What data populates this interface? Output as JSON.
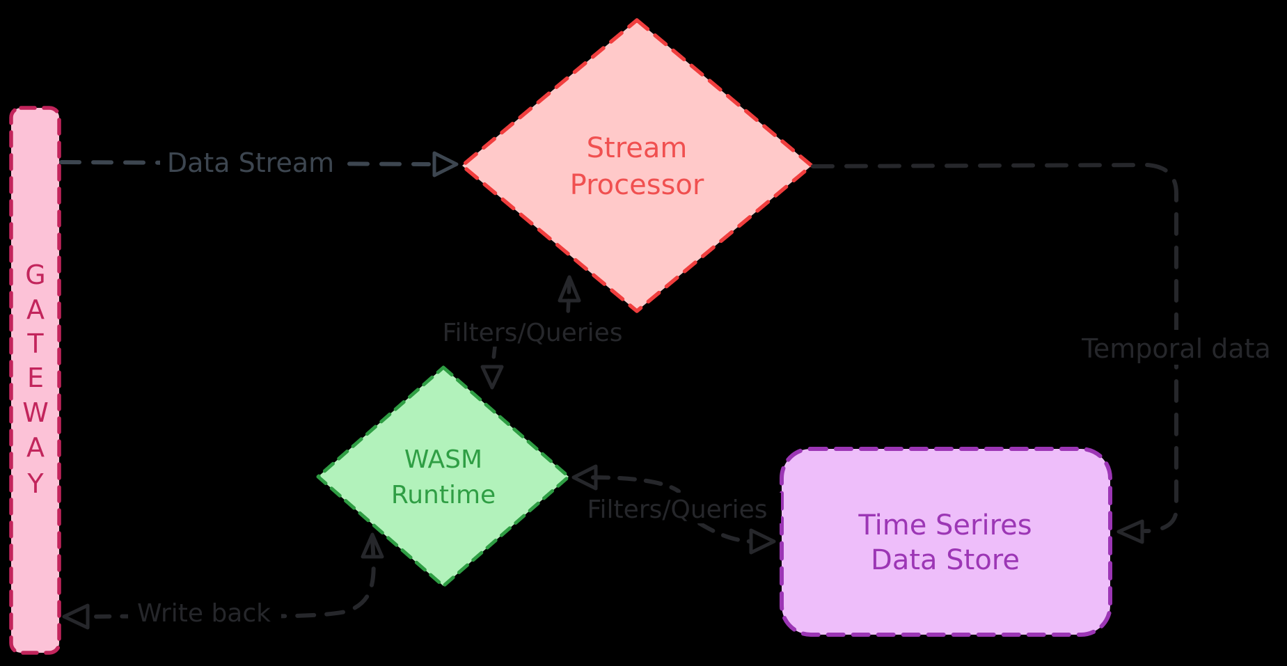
{
  "canvas": {
    "background": "#000000"
  },
  "nodes": {
    "gateway": {
      "label": "GATEWAY",
      "letters": [
        "G",
        "A",
        "T",
        "E",
        "W",
        "A",
        "Y"
      ],
      "shape": "dashed-rectangle",
      "fill": "#fcc2d7",
      "stroke": "#c2255c",
      "text_color": "#c2255c"
    },
    "stream_processor": {
      "label_line1": "Stream",
      "label_line2": "Processor",
      "shape": "dashed-diamond",
      "fill": "#ffc9c9",
      "stroke": "#f03e3e",
      "text_color": "#f05050"
    },
    "wasm_runtime": {
      "label_line1": "WASM",
      "label_line2": "Runtime",
      "shape": "dashed-diamond",
      "fill": "#b2f2bb",
      "stroke": "#2f9e44",
      "text_color": "#2f9e44"
    },
    "time_series_store": {
      "label_line1": "Time Serires",
      "label_line2": "Data Store",
      "shape": "dashed-rounded-rectangle",
      "fill": "#eebefa",
      "stroke": "#9c36b5",
      "text_color": "#9c36b5"
    }
  },
  "arrows": {
    "data_stream": {
      "label": "Data Stream",
      "from": "gateway",
      "to": "stream_processor",
      "style": "dashed",
      "heads": "end",
      "color": "#3d4650"
    },
    "filters_queries_top": {
      "label": "Filters/Queries",
      "from": "wasm_runtime",
      "to": "stream_processor",
      "style": "dashed",
      "heads": "both",
      "color": "#26272b"
    },
    "filters_queries_bottom": {
      "label": "Filters/Queries",
      "from": "wasm_runtime",
      "to": "time_series_store",
      "style": "dashed",
      "heads": "both",
      "color": "#26272b"
    },
    "temporal_data": {
      "label": "Temporal data",
      "from": "stream_processor",
      "to": "time_series_store",
      "style": "dashed",
      "heads": "end",
      "color": "#26272b"
    },
    "write_back": {
      "label": "Write back",
      "from": "wasm_runtime",
      "to": "gateway",
      "style": "dashed",
      "heads": "both",
      "color": "#26272b"
    }
  }
}
